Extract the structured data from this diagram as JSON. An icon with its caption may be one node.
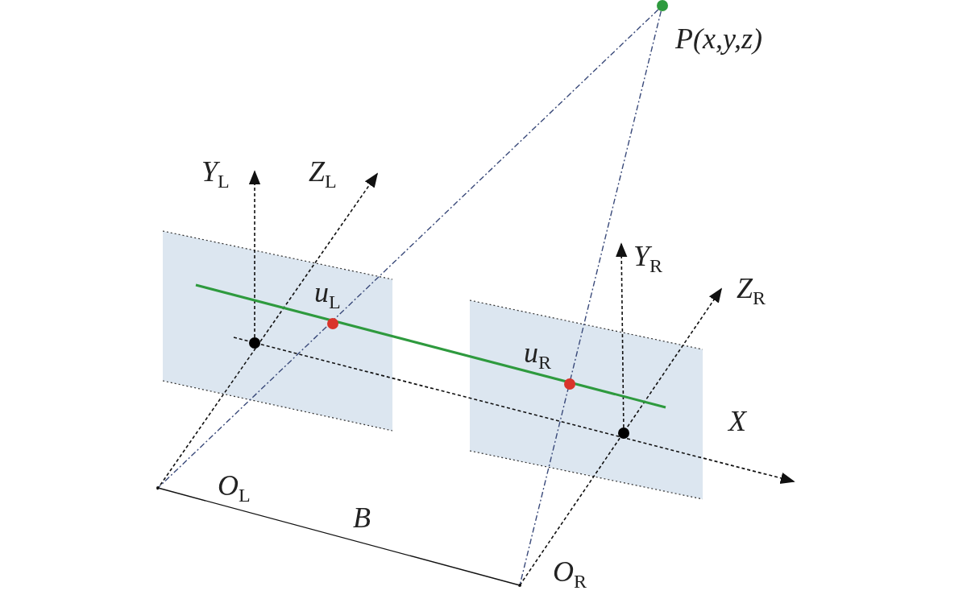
{
  "diagram": {
    "nodes": [
      {
        "text": [],
        "shape": "circle",
        "beside": [
          "P(x,y,z)"
        ]
      },
      {
        "text": [],
        "shape": "point",
        "beside": [
          "O$_{L}$"
        ]
      },
      {
        "text": [],
        "shape": "point",
        "beside": [
          "O$_{R}$"
        ]
      }
    ],
    "edges": [
      {
        "from": 0,
        "to": 1,
        "arrow": "none",
        "style": "dashed"
      },
      {
        "from": 0,
        "to": 2,
        "arrow": "none",
        "style": "dashed"
      },
      {
        "from": 1,
        "to": 2,
        "arrow": "none",
        "label": "B",
        "color": "#111111"
      }
    ],
    "labels": [
      "Y$_{L}$",
      "Z$_{L}$",
      "u$_{L}$",
      "Y$_{R}$",
      "Z$_{R}$",
      "u$_{R}$",
      "X"
    ]
  }
}
